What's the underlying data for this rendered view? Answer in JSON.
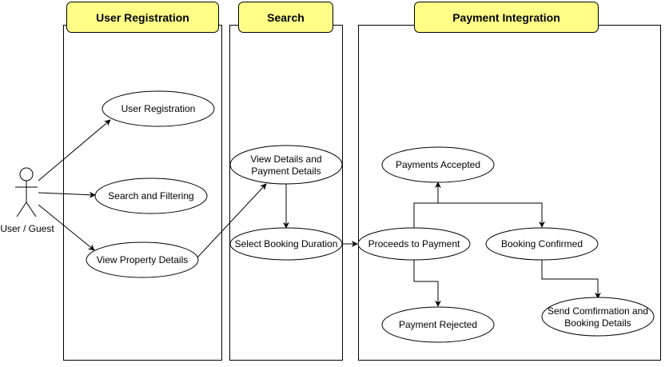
{
  "lanes": {
    "registration": {
      "title": "User Registration"
    },
    "search": {
      "title": "Search"
    },
    "payment": {
      "title": "Payment Integration"
    }
  },
  "actor": {
    "label": "User / Guest"
  },
  "use_cases": {
    "user_registration": {
      "lines": [
        "User Registration"
      ]
    },
    "search_filtering": {
      "lines": [
        "Search and Filtering"
      ]
    },
    "view_property": {
      "lines": [
        "View Property Details"
      ]
    },
    "view_details_payment": {
      "lines": [
        "View Details and",
        "Payment Details"
      ]
    },
    "select_duration": {
      "lines": [
        "Select Booking Duration"
      ]
    },
    "proceeds_payment": {
      "lines": [
        "Proceeds to Payment"
      ]
    },
    "payments_accepted": {
      "lines": [
        "Payments Accepted"
      ]
    },
    "booking_confirmed": {
      "lines": [
        "Booking Confirmed"
      ]
    },
    "payment_rejected": {
      "lines": [
        "Payment Rejected"
      ]
    },
    "send_confirmation": {
      "lines": [
        "Send Comfirmation and",
        "Booking Details"
      ]
    }
  },
  "colors": {
    "lane_header": "#ffff88",
    "stroke": "#000000",
    "background": "#ffffff"
  }
}
